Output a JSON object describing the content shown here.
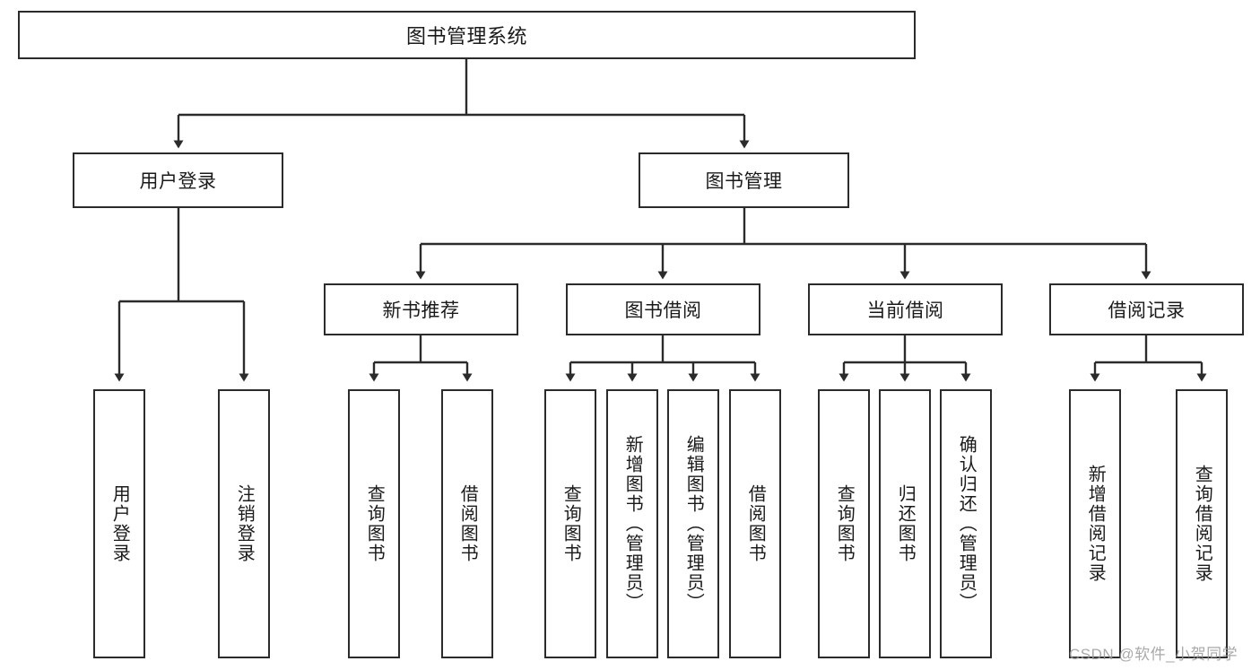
{
  "diagram": {
    "title": "图书管理系统",
    "type": "tree",
    "stroke_color": "#2b2b2b",
    "fill_color": "#ffffff",
    "text_color": "#1a1a1a",
    "background": "#ffffff"
  },
  "nodes": {
    "root": {
      "label": "图书管理系统"
    },
    "level2": [
      {
        "id": "user-login",
        "label": "用户登录"
      },
      {
        "id": "book-manage",
        "label": "图书管理"
      }
    ],
    "level3": [
      {
        "id": "new-book-recommend",
        "label": "新书推荐"
      },
      {
        "id": "book-borrow",
        "label": "图书借阅"
      },
      {
        "id": "current-borrow",
        "label": "当前借阅"
      },
      {
        "id": "borrow-record",
        "label": "借阅记录"
      }
    ],
    "leaves": [
      {
        "id": "leaf-user-login",
        "label": "用户登录",
        "parent": "user-login"
      },
      {
        "id": "leaf-user-logout",
        "label": "注销登录",
        "parent": "user-login"
      },
      {
        "id": "leaf-query-book-1",
        "label": "查询图书",
        "parent": "new-book-recommend"
      },
      {
        "id": "leaf-borrow-book-1",
        "label": "借阅图书",
        "parent": "new-book-recommend"
      },
      {
        "id": "leaf-query-book-2",
        "label": "查询图书",
        "parent": "book-borrow"
      },
      {
        "id": "leaf-add-book",
        "label": "新增图书（管理员）",
        "parent": "book-borrow"
      },
      {
        "id": "leaf-edit-book",
        "label": "编辑图书（管理员）",
        "parent": "book-borrow"
      },
      {
        "id": "leaf-borrow-book-2",
        "label": "借阅图书",
        "parent": "book-borrow"
      },
      {
        "id": "leaf-query-book-3",
        "label": "查询图书",
        "parent": "current-borrow"
      },
      {
        "id": "leaf-return-book",
        "label": "归还图书",
        "parent": "current-borrow"
      },
      {
        "id": "leaf-confirm-return",
        "label": "确认归还（管理员）",
        "parent": "current-borrow"
      },
      {
        "id": "leaf-add-record",
        "label": "新增借阅记录",
        "parent": "borrow-record"
      },
      {
        "id": "leaf-query-record",
        "label": "查询借阅记录",
        "parent": "borrow-record"
      }
    ]
  },
  "watermark": {
    "text": "CSDN @软件_小贺同学"
  }
}
